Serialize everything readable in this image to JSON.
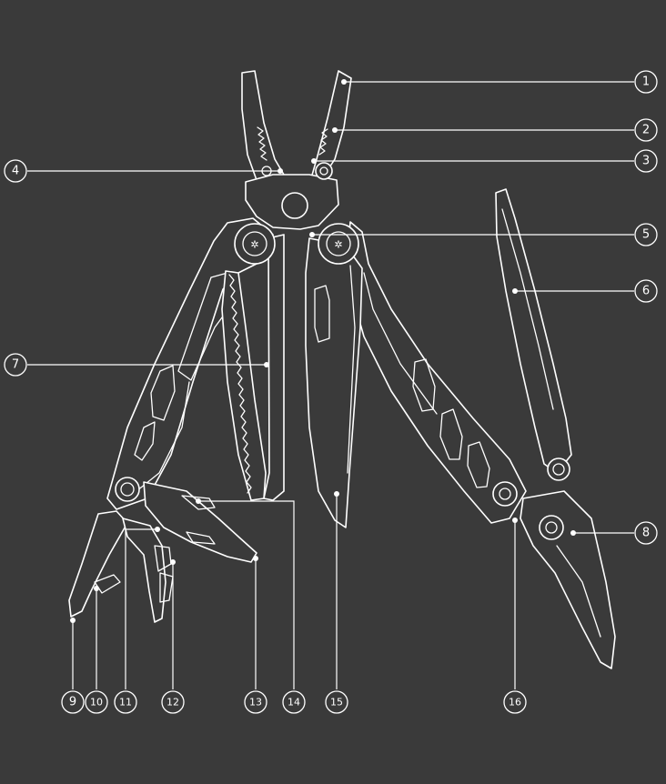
{
  "diagram": {
    "colors": {
      "background": "#3a3a3a",
      "line": "#ffffff"
    },
    "callouts": [
      "1",
      "2",
      "3",
      "4",
      "5",
      "6",
      "7",
      "8",
      "9",
      "10",
      "11",
      "12",
      "13",
      "14",
      "15",
      "16"
    ]
  }
}
